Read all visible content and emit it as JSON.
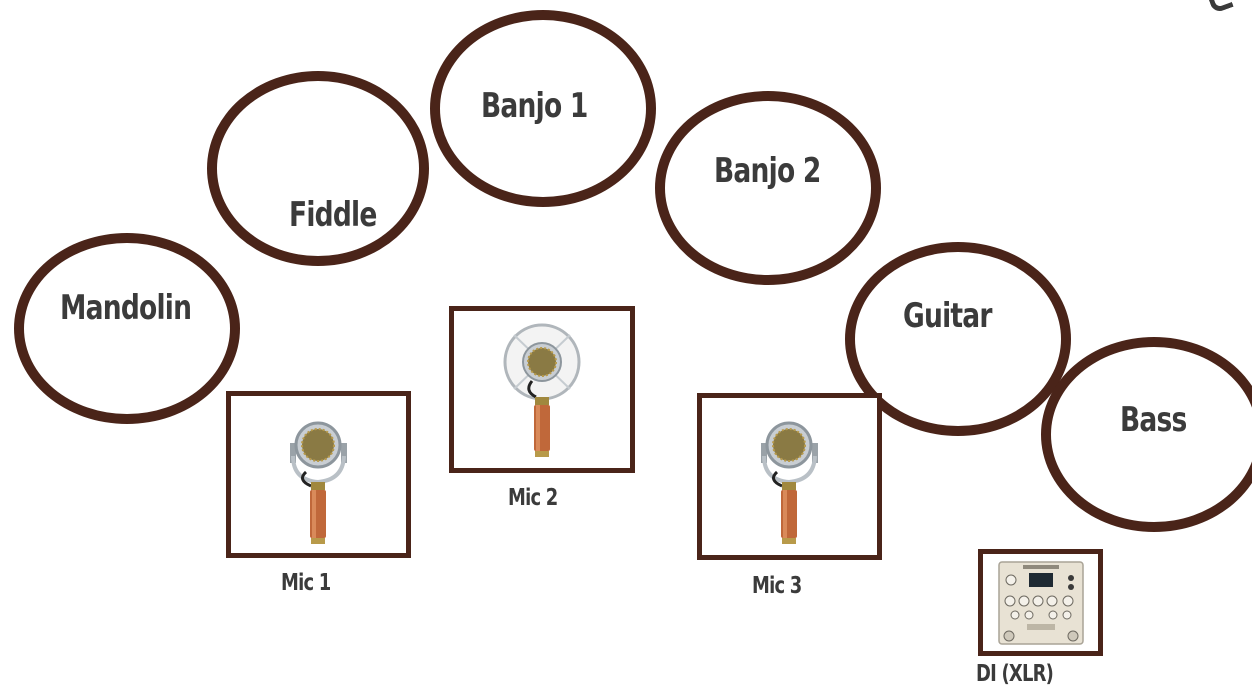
{
  "instruments": [
    {
      "key": "mandolin",
      "label": "Mandolin"
    },
    {
      "key": "fiddle",
      "label": "Fiddle"
    },
    {
      "key": "banjo1",
      "label": "Banjo 1"
    },
    {
      "key": "banjo2",
      "label": "Banjo 2"
    },
    {
      "key": "guitar",
      "label": "Guitar"
    },
    {
      "key": "bass",
      "label": "Bass"
    }
  ],
  "devices": [
    {
      "key": "mic1",
      "label": "Mic 1",
      "icon": "ribbon-microphone-icon"
    },
    {
      "key": "mic2",
      "label": "Mic 2",
      "icon": "shockmount-microphone-icon"
    },
    {
      "key": "mic3",
      "label": "Mic 3",
      "icon": "ribbon-microphone-icon"
    },
    {
      "key": "di",
      "label": "DI (XLR)",
      "icon": "di-preamp-pedal-icon"
    }
  ],
  "colors": {
    "ring": "#4a2419",
    "text": "#3b3b3b",
    "copper": "#c0683a",
    "brass": "#b89a4a"
  }
}
